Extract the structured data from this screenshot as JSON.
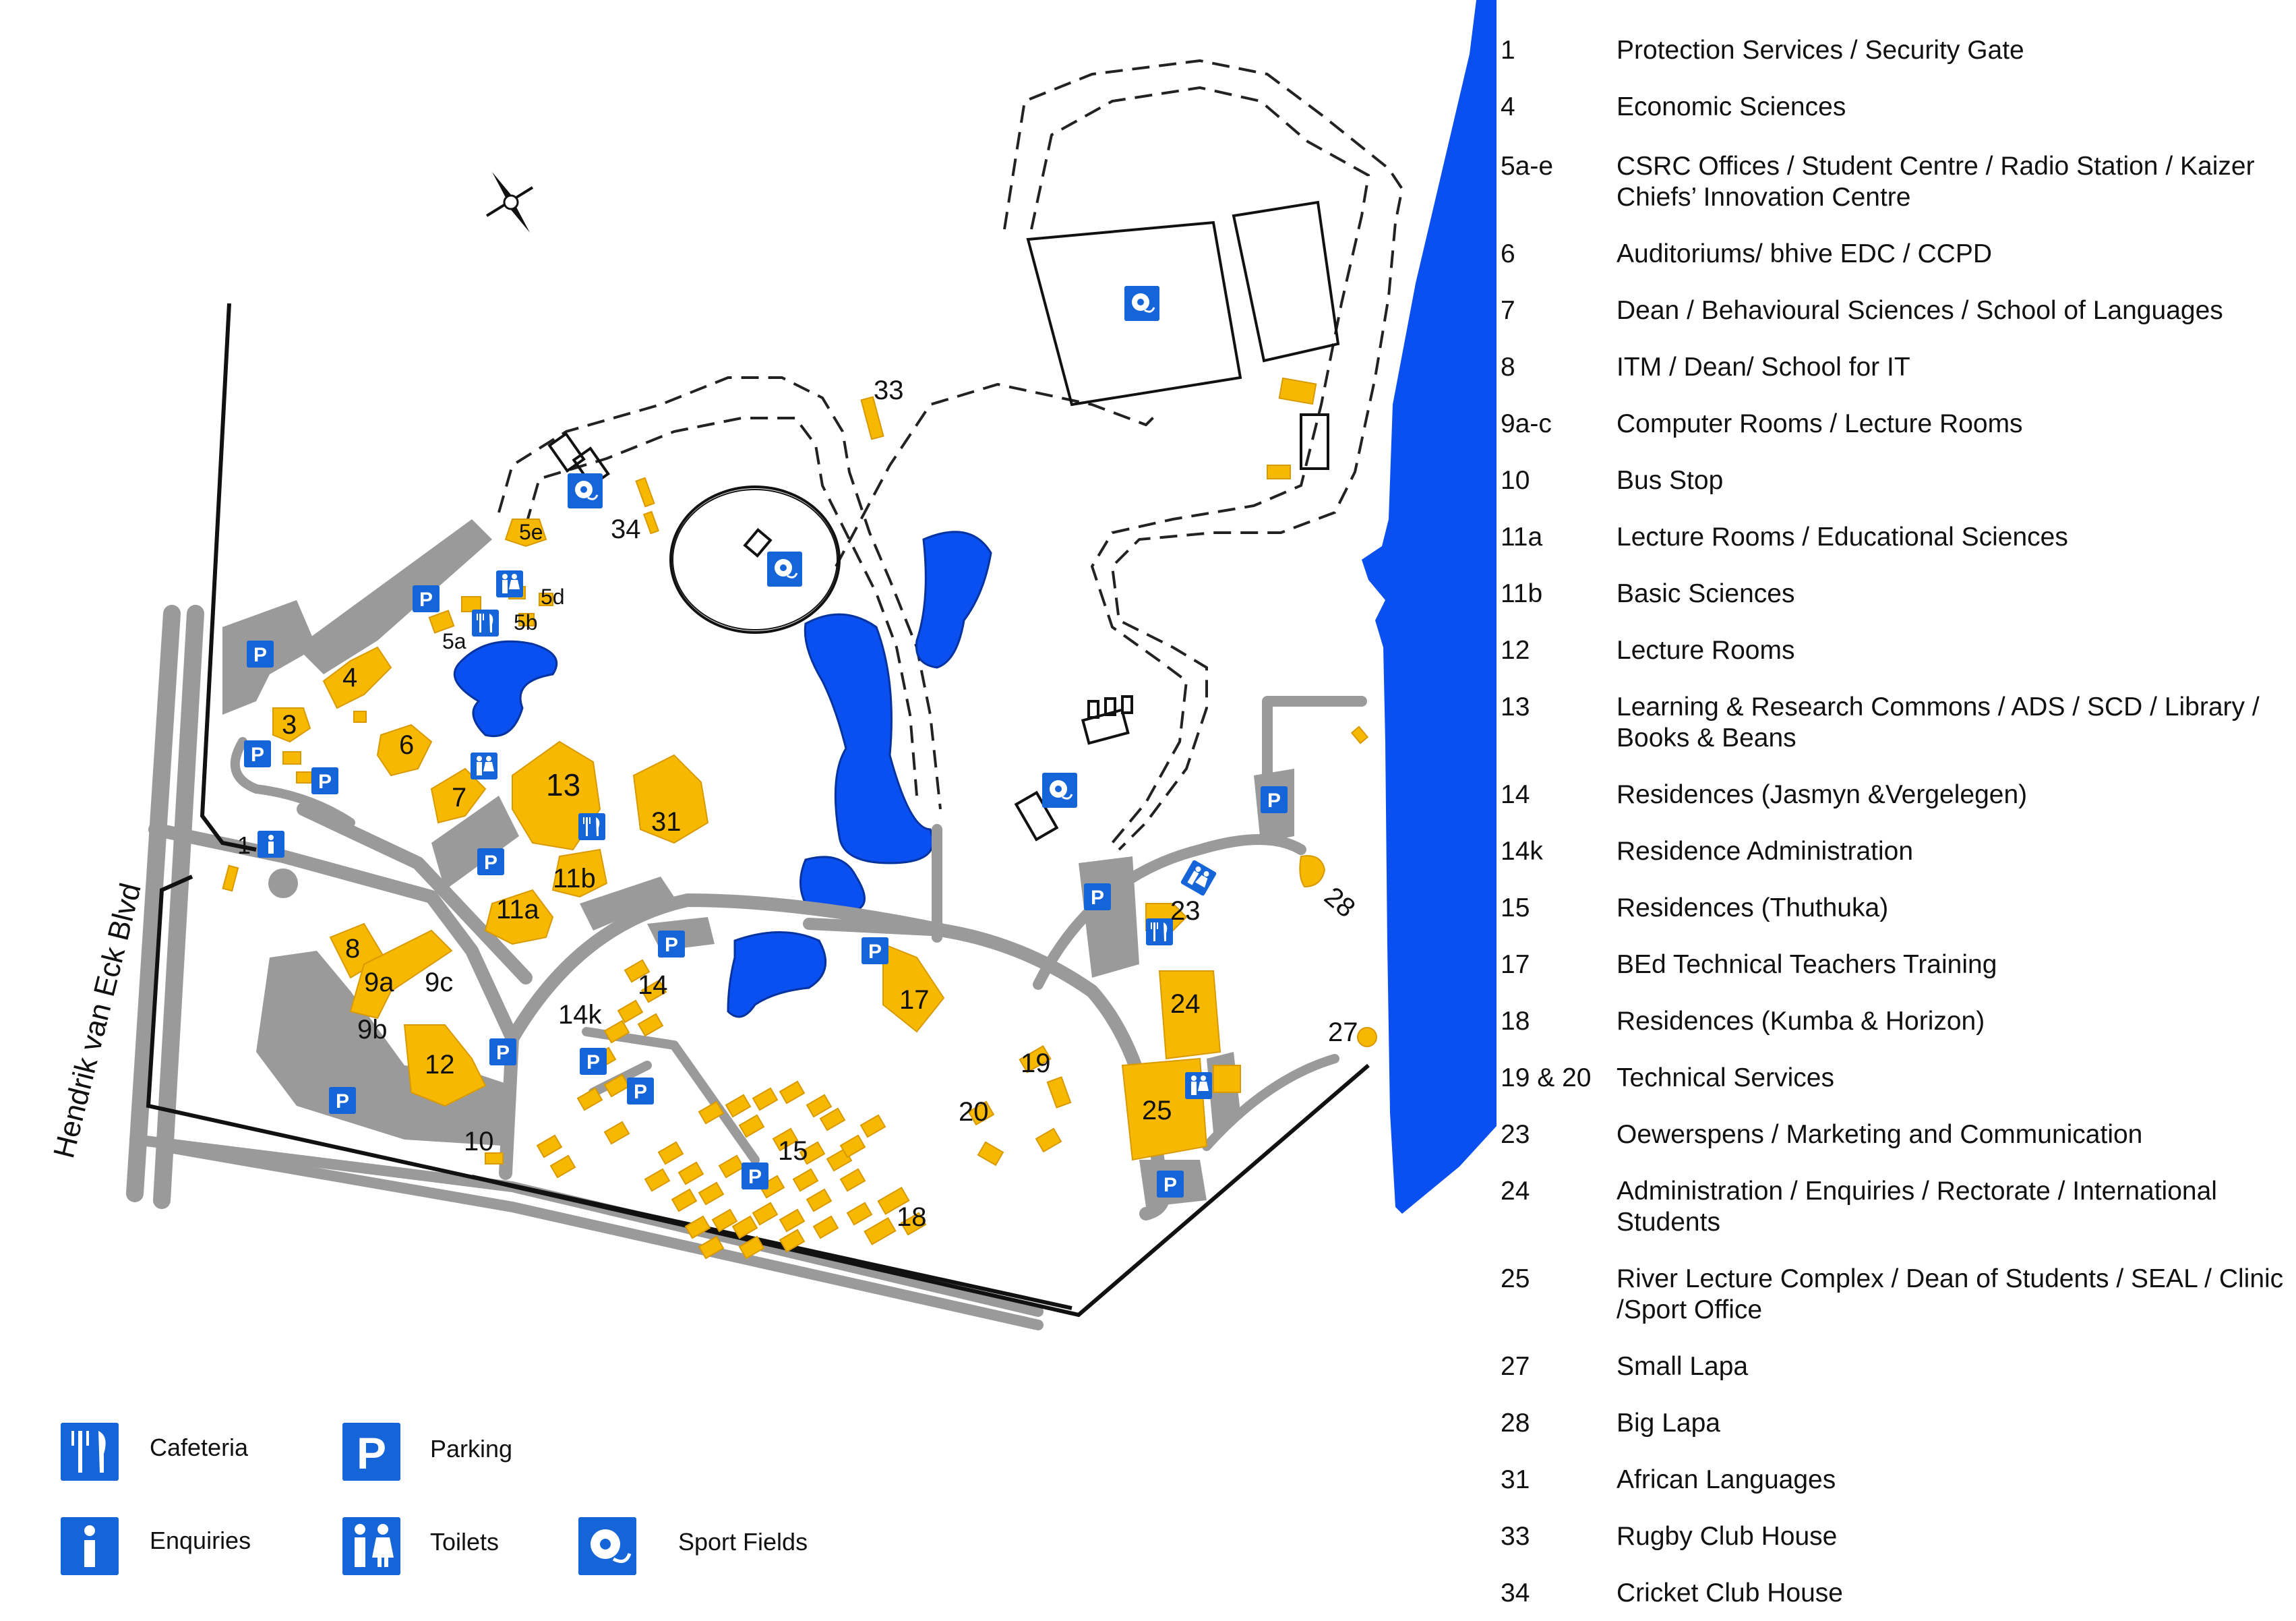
{
  "map": {
    "road_label": "Hendrik van Eck Blvd",
    "colors": {
      "building": "#f6b800",
      "road": "#9a9a9a",
      "water": "#0a4fef",
      "icon": "#1565d8"
    },
    "building_labels": [
      "1",
      "3",
      "4",
      "5a",
      "5b",
      "5d",
      "5e",
      "6",
      "7",
      "8",
      "9a",
      "9b",
      "9c",
      "10",
      "11a",
      "11b",
      "12",
      "13",
      "14",
      "14k",
      "15",
      "17",
      "18",
      "19",
      "20",
      "23",
      "24",
      "25",
      "27",
      "28",
      "31",
      "33",
      "34"
    ],
    "icons": [
      "parking-icon",
      "toilets-icon",
      "cafeteria-icon",
      "enquiries-icon",
      "sport-fields-icon",
      "compass-icon"
    ]
  },
  "index": [
    {
      "num": "1",
      "desc": "Protection Services / Security Gate"
    },
    {
      "num": "4",
      "desc": "Economic Sciences"
    },
    {
      "num": "5a-e",
      "desc": "CSRC Offices / Student Centre / Radio Station / Kaizer Chiefs’ Innovation Centre"
    },
    {
      "num": "6",
      "desc": "Auditoriums/ bhive EDC / CCPD"
    },
    {
      "num": "7",
      "desc": "Dean / Behavioural Sciences / School of Languages"
    },
    {
      "num": "8",
      "desc": "ITM / Dean/ School for IT"
    },
    {
      "num": "9a-c",
      "desc": "Computer Rooms / Lecture Rooms"
    },
    {
      "num": "10",
      "desc": "Bus Stop"
    },
    {
      "num": "11a",
      "desc": "Lecture Rooms / Educational Sciences"
    },
    {
      "num": "11b",
      "desc": "Basic Sciences"
    },
    {
      "num": "12",
      "desc": "Lecture Rooms"
    },
    {
      "num": "13",
      "desc": "Learning & Research Commons / ADS / SCD / Library / Books & Beans"
    },
    {
      "num": "14",
      "desc": "Residences (Jasmyn &Vergelegen)"
    },
    {
      "num": "14k",
      "desc": "Residence Administration"
    },
    {
      "num": "15",
      "desc": "Residences (Thuthuka)"
    },
    {
      "num": "17",
      "desc": "BEd Technical Teachers Training"
    },
    {
      "num": "18",
      "desc": "Residences (Kumba & Horizon)"
    },
    {
      "num": "19 & 20",
      "desc": "Technical Services"
    },
    {
      "num": "23",
      "desc": "Oewerspens / Marketing and Communication"
    },
    {
      "num": "24",
      "desc": "Administration / Enquiries / Rectorate / International Students"
    },
    {
      "num": "25",
      "desc": "River Lecture Complex / Dean of Students / SEAL / Clinic /Sport Office"
    },
    {
      "num": "27",
      "desc": "Small Lapa"
    },
    {
      "num": "28",
      "desc": "Big Lapa"
    },
    {
      "num": "31",
      "desc": "African Languages"
    },
    {
      "num": "33",
      "desc": "Rugby Club House"
    },
    {
      "num": "34",
      "desc": "Cricket Club House"
    }
  ],
  "legend": {
    "cafeteria": "Cafeteria",
    "parking": "Parking",
    "enquiries": "Enquiries",
    "toilets": "Toilets",
    "sport": "Sport Fields"
  }
}
